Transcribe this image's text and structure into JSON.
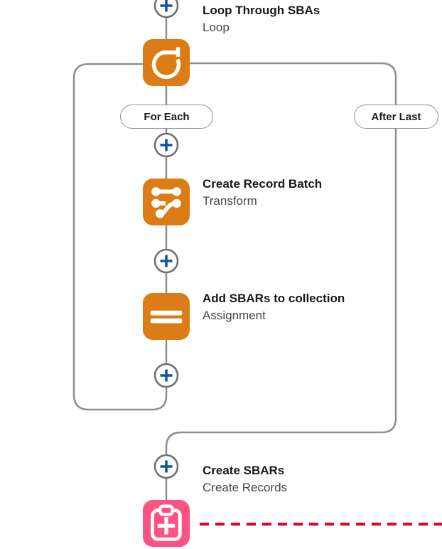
{
  "app": "flow-builder-canvas",
  "nodes": [
    {
      "title": "Loop Through SBAs",
      "subtitle": "Loop",
      "element_type": "loop"
    },
    {
      "title": "Create Record Batch",
      "subtitle": "Transform",
      "element_type": "transform"
    },
    {
      "title": "Add SBARs to collection",
      "subtitle": "Assignment",
      "element_type": "assignment"
    },
    {
      "title": "Create SBARs",
      "subtitle": "Create Records",
      "element_type": "create-records"
    }
  ],
  "connectors": {
    "for_each_label": "For Each",
    "after_last_label": "After Last"
  },
  "colors": {
    "element_orange": "#DB7C16",
    "element_pink": "#FA5582",
    "connector_gray": "#8F8F8F",
    "plus_ring_gray": "#707070",
    "plus_blue": "#15539E",
    "fault_red": "#E8001F",
    "icon_glyph_white": "#FFFFFF"
  }
}
